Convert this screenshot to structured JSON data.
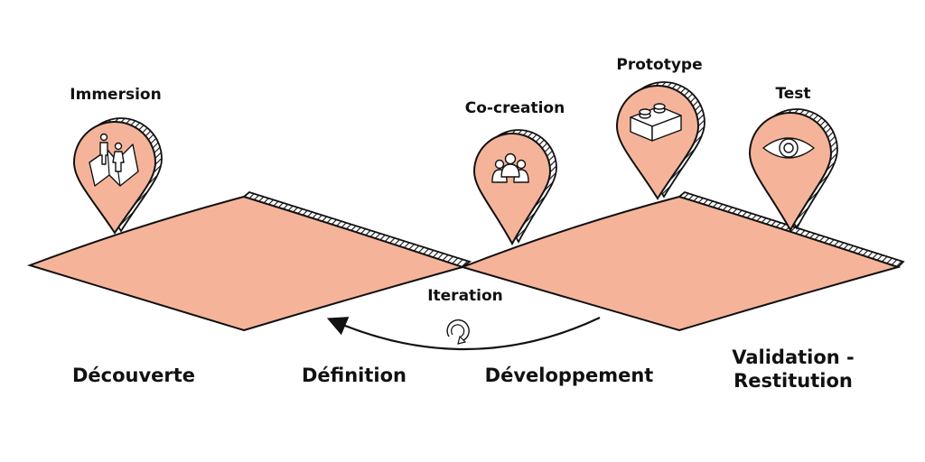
{
  "pins": [
    {
      "id": "immersion",
      "label": "Immersion",
      "icon": "people-map-icon"
    },
    {
      "id": "cocreation",
      "label": "Co-creation",
      "icon": "group-icon"
    },
    {
      "id": "prototype",
      "label": "Prototype",
      "icon": "brick-icon"
    },
    {
      "id": "test",
      "label": "Test",
      "icon": "eye-icon"
    }
  ],
  "phases": [
    {
      "id": "decouverte",
      "label": "Découverte"
    },
    {
      "id": "definition",
      "label": "Définition"
    },
    {
      "id": "developpement",
      "label": "Développement"
    },
    {
      "id": "validation",
      "label_line1": "Validation -",
      "label_line2": "Restitution"
    }
  ],
  "iteration": {
    "label": "Iteration",
    "icon": "cycle-arrow-icon"
  },
  "colors": {
    "fill": "#f5b49a",
    "stroke": "#111111",
    "background": "#ffffff"
  }
}
